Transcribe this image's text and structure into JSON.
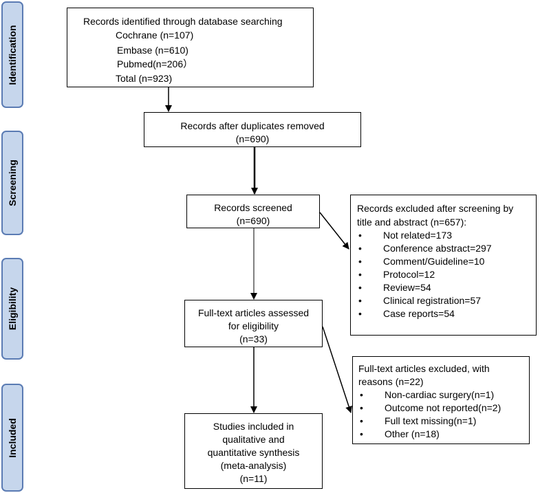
{
  "phases": {
    "identification": "Identification",
    "screening": "Screening",
    "eligibility": "Eligibility",
    "included": "Included"
  },
  "identified": {
    "title": "Records identified through database searching",
    "lines": [
      "Cochrane (n=107)",
      "Embase (n=610)",
      "Pubmed(n=206）",
      "Total (n=923)"
    ]
  },
  "duplicates": {
    "line1": "Records after duplicates removed",
    "line2": "(n=690)"
  },
  "screened": {
    "line1": "Records screened",
    "line2": "(n=690)"
  },
  "excluded_screening": {
    "title": "Records excluded after screening by title and abstract (n=657):",
    "items": [
      "Not related=173",
      "Conference abstract=297",
      "Comment/Guideline=10",
      "Protocol=12",
      "Review=54",
      "Clinical registration=57",
      "Case reports=54"
    ]
  },
  "fulltext": {
    "line1": "Full-text articles assessed",
    "line2": "for eligibility",
    "line3": "(n=33)"
  },
  "excluded_fulltext": {
    "title": "Full-text articles excluded, with reasons (n=22)",
    "items": [
      "Non-cardiac surgery(n=1)",
      "Outcome not reported(n=2)",
      "Full text missing(n=1)",
      "Other (n=18)"
    ]
  },
  "included": {
    "lines": [
      "Studies included in",
      "qualitative and",
      "quantitative synthesis",
      "(meta-analysis)",
      "(n=11)"
    ]
  }
}
